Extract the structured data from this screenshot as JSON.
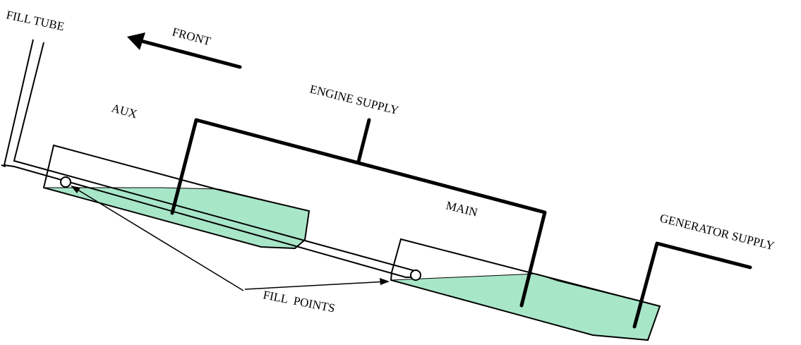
{
  "labels": {
    "fill_tube": "FILL TUBE",
    "front": "FRONT",
    "aux": "AUX",
    "engine_supply": "ENGINE SUPPLY",
    "main": "MAIN",
    "generator_supply": "GENERATOR SUPPLY",
    "fill_points": "FILL  POINTS"
  },
  "colors": {
    "fuel": "#a8e6c8",
    "line": "#000000",
    "background": "#ffffff"
  }
}
